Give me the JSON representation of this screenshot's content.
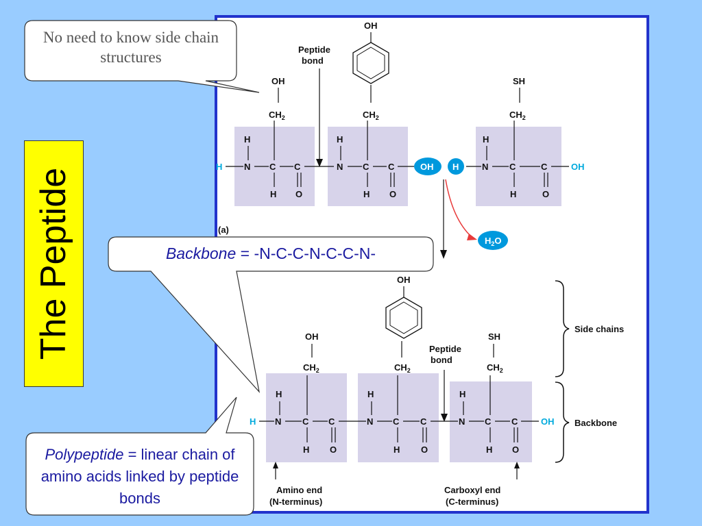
{
  "slide": {
    "title": "The Peptide"
  },
  "callouts": {
    "side_chain_note": "No need to know side chain structures",
    "backbone_term": "Backbone",
    "backbone_formula": " = -N-C-C-N-C-C-N-",
    "polypeptide_term": "Polypeptide",
    "polypeptide_def": " = linear chain of amino acids linked by peptide bonds"
  },
  "figure": {
    "panel_label": "(a)",
    "peptide_bond_label_line1": "Peptide",
    "peptide_bond_label_line2": "bond",
    "water_label": "H2O",
    "side_chains_label": "Side chains",
    "backbone_label": "Backbone",
    "amino_end_line1": "Amino end",
    "amino_end_line2": "(N-terminus)",
    "carboxyl_end_line1": "Carboxyl end",
    "carboxyl_end_line2": "(C-terminus)"
  },
  "colors": {
    "background": "#99ccff",
    "title_box": "#ffff00",
    "figure_border": "#2233cc",
    "backbone_shade": "#d7d3ea",
    "hydrogen_cyan": "#00aadd",
    "water_blue": "#0099dd",
    "reaction_arrow_red": "#e83a3a",
    "callout_text_blue": "#1a1aa0"
  }
}
